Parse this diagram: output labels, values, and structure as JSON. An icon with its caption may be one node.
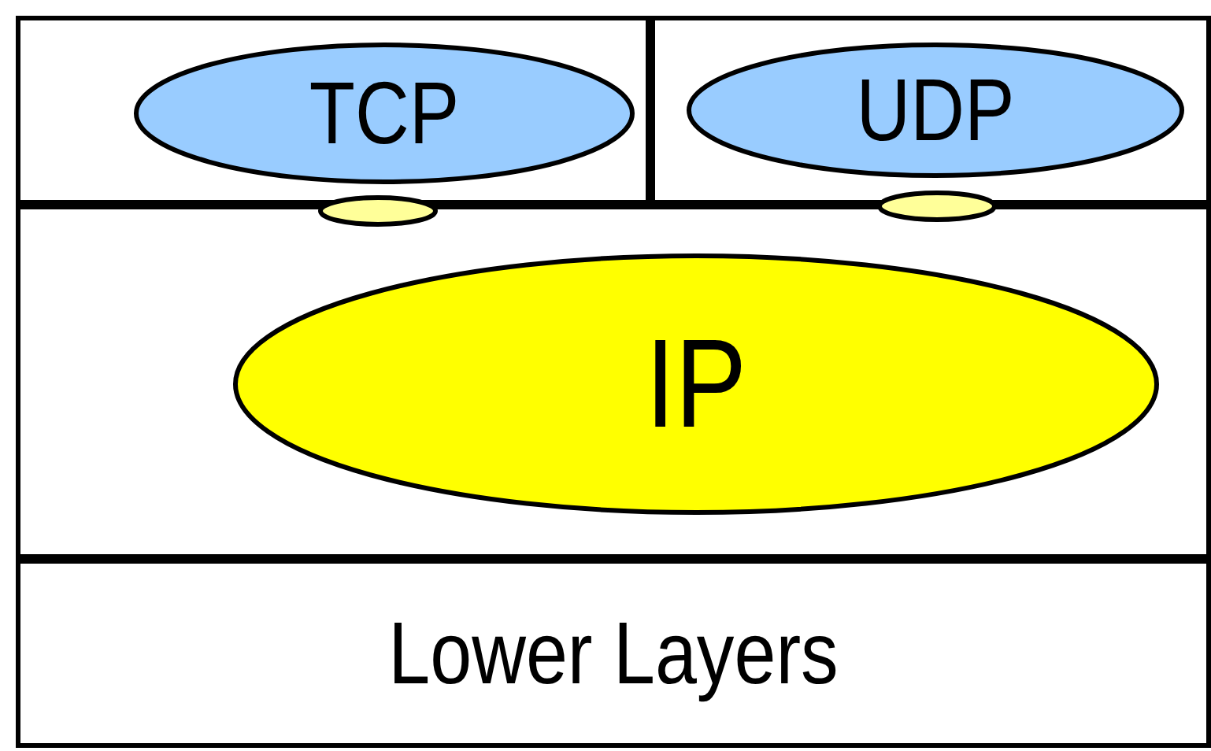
{
  "diagram": {
    "nodes": [
      {
        "text": [],
        "shape": "box"
      },
      {
        "text": [
          "TCP"
        ],
        "in": 0
      },
      {
        "text": [],
        "shape": "box"
      },
      {
        "text": [
          "UDP"
        ],
        "in": 2
      },
      {
        "text": [],
        "shape": "box"
      },
      {
        "text": [],
        "shape": "ellipse"
      },
      {
        "text": [],
        "shape": "ellipse"
      },
      {
        "text": [
          "IP"
        ],
        "in": 4
      },
      {
        "text": [
          "Lower Layers"
        ]
      }
    ],
    "edges": []
  }
}
